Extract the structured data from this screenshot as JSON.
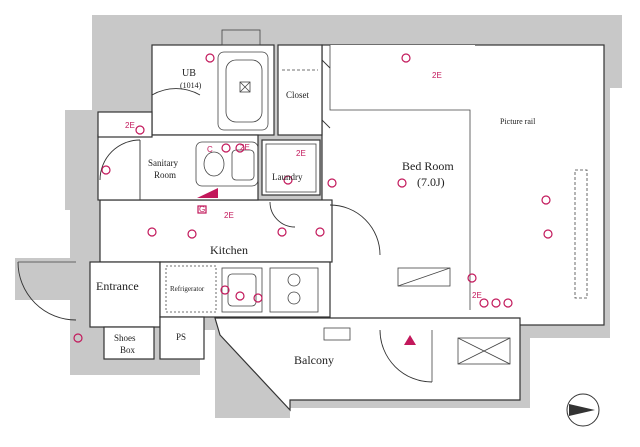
{
  "rooms": {
    "ub": "UB",
    "ub_size": "(1014)",
    "closet": "Closet",
    "sanitary_line1": "Sanitary",
    "sanitary_line2": "Room",
    "laundry": "Laundry",
    "bedroom": "Bed Room",
    "bedroom_size": "(7.0J)",
    "picture_rail": "Picture rail",
    "kitchen": "Kitchen",
    "entrance": "Entrance",
    "refrigerator": "Refrigerator",
    "shoes_line1": "Shoes",
    "shoes_line2": "Box",
    "ps": "PS",
    "balcony": "Balcony"
  },
  "outlet_labels": {
    "two_e": "2E",
    "c": "C",
    "g": "G"
  },
  "compass": {
    "icon": "north-arrow-icon"
  },
  "colors": {
    "walls": "#c8c8c8",
    "electrical_marks": "#c2185b",
    "lines": "#333333"
  }
}
